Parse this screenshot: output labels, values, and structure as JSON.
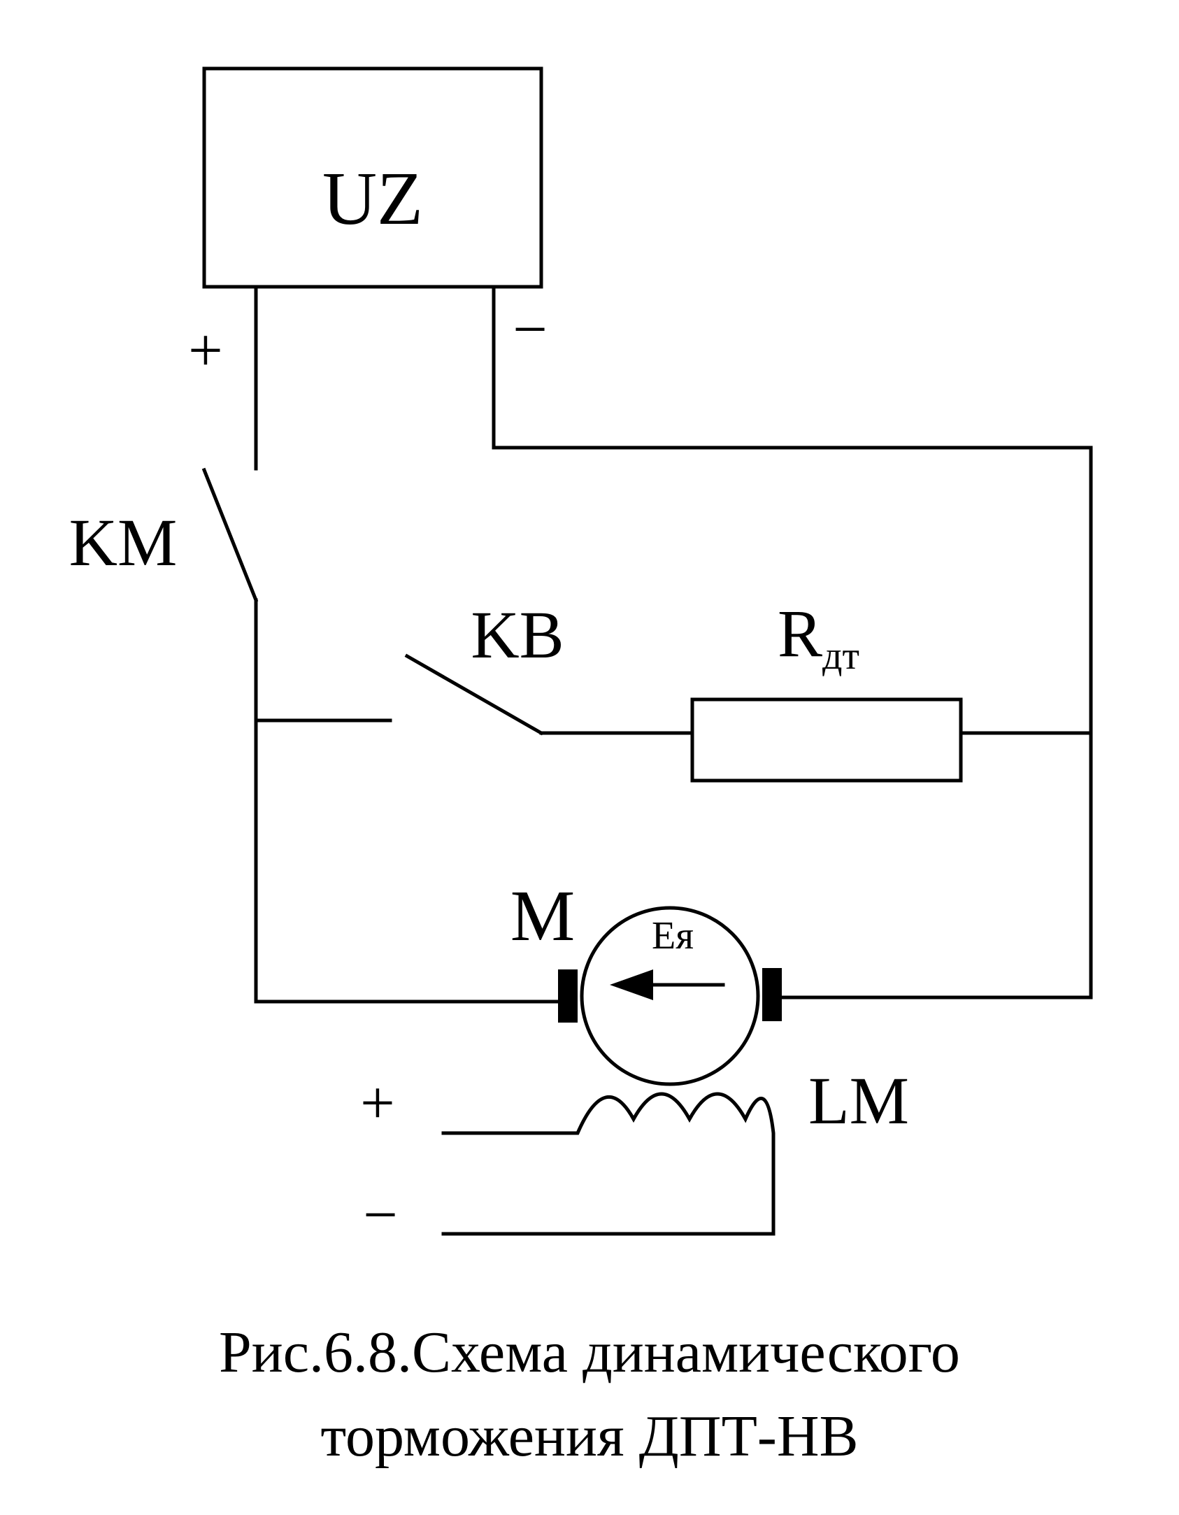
{
  "labels": {
    "converter": "UZ",
    "plus_top": "+",
    "minus_top": "−",
    "km": "KM",
    "kv": "KB",
    "resistor_main": "R",
    "resistor_sub": "дт",
    "motor": "M",
    "emf": "Eя",
    "field": "LM",
    "plus_bottom": "+",
    "minus_bottom": "−"
  },
  "caption": {
    "line1": "Рис.6.8.Схема динамического",
    "line2": "торможения ДПТ-НВ"
  }
}
